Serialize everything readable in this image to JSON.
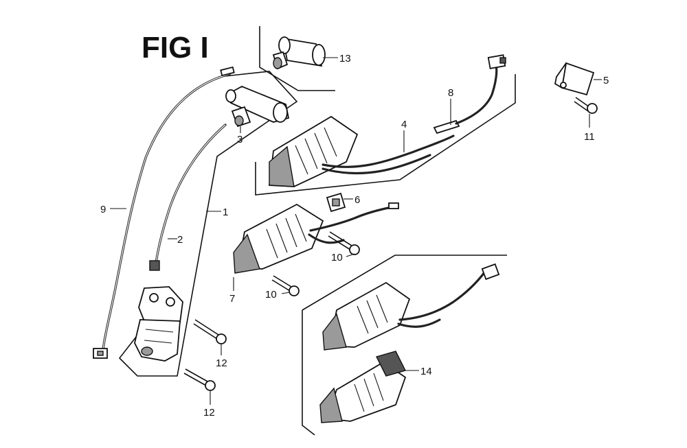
{
  "figure": {
    "title": "FIG I",
    "callouts": {
      "n1": "1",
      "n2": "2",
      "n3": "3",
      "n4": "4",
      "n5": "5",
      "n6": "6",
      "n7": "7",
      "n8": "8",
      "n9": "9",
      "n10a": "10",
      "n10b": "10",
      "n11": "11",
      "n12a": "12",
      "n12b": "12",
      "n13": "13",
      "n14": "14"
    }
  }
}
